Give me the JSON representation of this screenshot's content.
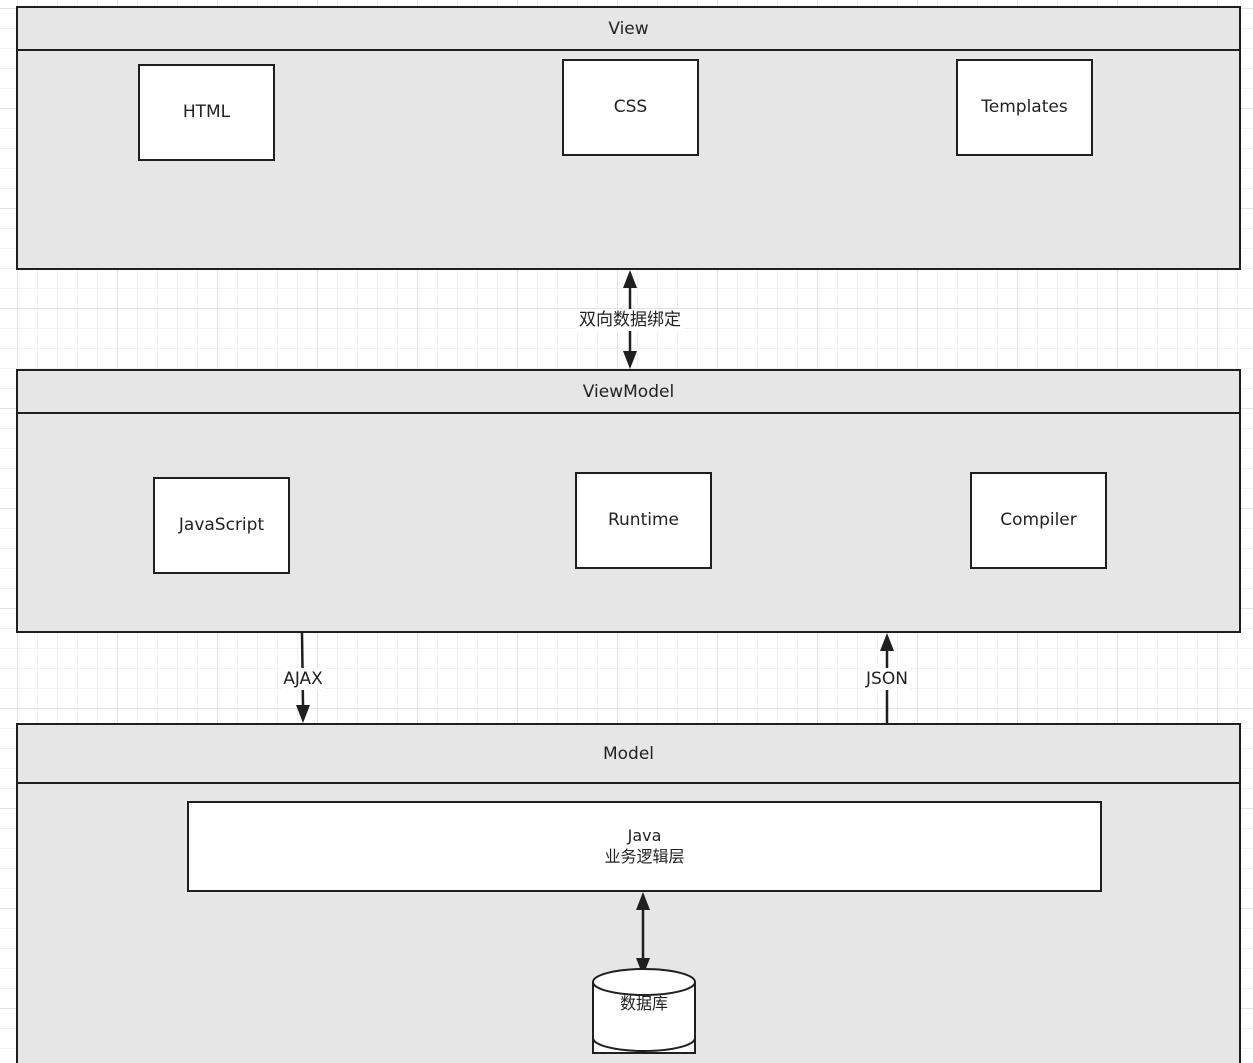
{
  "layers": {
    "view": {
      "title": "View",
      "components": {
        "html": "HTML",
        "css": "CSS",
        "templates": "Templates"
      }
    },
    "viewmodel": {
      "title": "ViewModel",
      "components": {
        "javascript": "JavaScript",
        "runtime": "Runtime",
        "compiler": "Compiler"
      }
    },
    "model": {
      "title": "Model",
      "business": {
        "line1": "Java",
        "line2": "业务逻辑层"
      },
      "database": "数据库"
    }
  },
  "connections": {
    "view_viewmodel": "双向数据绑定",
    "ajax": "AJAX",
    "json": "JSON"
  },
  "colors": {
    "layer_fill": "#e6e6e6",
    "box_fill": "#ffffff",
    "stroke": "#1f1f1f"
  }
}
